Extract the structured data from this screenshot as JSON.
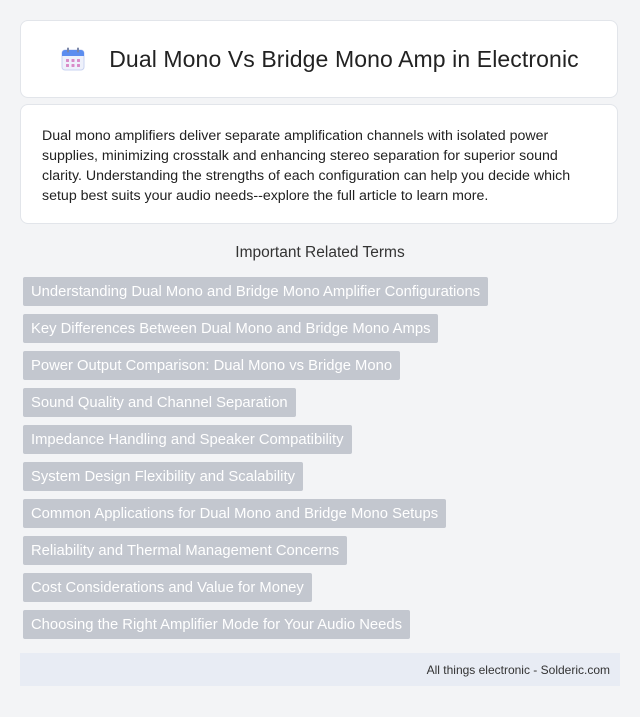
{
  "header": {
    "title": "Dual Mono Vs Bridge Mono Amp in Electronic",
    "icon": "calendar-icon",
    "icon_color": "#5b8def"
  },
  "summary": {
    "text": "Dual mono amplifiers deliver separate amplification channels with isolated power supplies, minimizing crosstalk and enhancing stereo separation for superior sound clarity. Understanding the strengths of each configuration can help you decide which setup best suits your audio needs--explore the full article to learn more."
  },
  "related": {
    "heading": "Important Related Terms",
    "terms": [
      "Understanding Dual Mono and Bridge Mono Amplifier Configurations",
      "Key Differences Between Dual Mono and Bridge Mono Amps",
      "Power Output Comparison: Dual Mono vs Bridge Mono",
      "Sound Quality and Channel Separation",
      "Impedance Handling and Speaker Compatibility",
      "System Design Flexibility and Scalability",
      "Common Applications for Dual Mono and Bridge Mono Setups",
      "Reliability and Thermal Management Concerns",
      "Cost Considerations and Value for Money",
      "Choosing the Right Amplifier Mode for Your Audio Needs"
    ],
    "term_bg_color": "#c3c7cf"
  },
  "footer": {
    "text": "All things electronic - Solderic.com"
  }
}
